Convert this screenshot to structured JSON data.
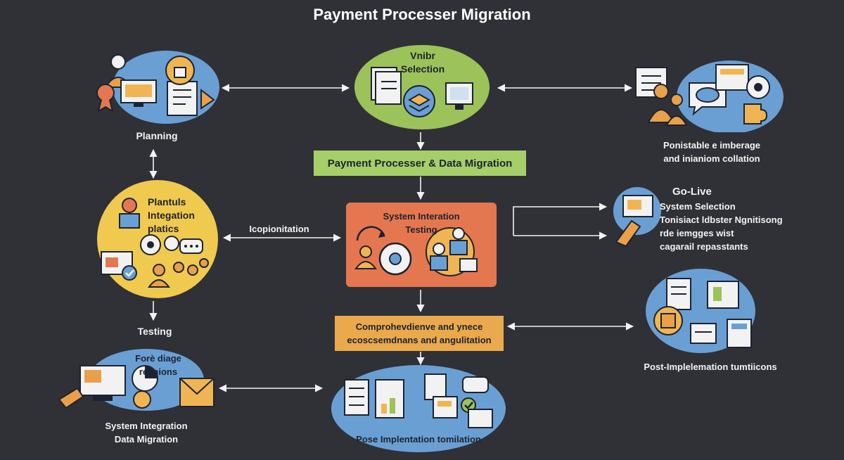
{
  "title": "Payment Processer Migration",
  "nodes": {
    "planning": "Planning",
    "vendor_selection": "Vnibr\nSelection",
    "top_right_caption": "Ponistable e imberage\nand inianiom collation",
    "migration_box": "Payment Processer & Data Migration",
    "plantuls": "Plantuls\nIntegation\nplatics",
    "implementation_arrow": "Icopionitation",
    "integration_testing": "System Interation\nTesting",
    "go_live_title": "Go-Live",
    "go_live_lines": "System Selection\nTonisiact ldbster Ngnitisong\nrde iemgges wist\ncagarail repasstants",
    "testing": "Testing",
    "comprehensive_box": "Comprohevdienve and ynece\necoscsemdnans and angulitation",
    "post_impl_caption": "Post-Implelemation tumtiicons",
    "fore_diage": "Forè diage\nreenions",
    "bottom_left_caption": "System Integration\nData Migration",
    "pose_implementation": "Pose Implentation tomilation"
  },
  "colors": {
    "background": "#2f3136",
    "blue": "#6a9fd4",
    "green": "#9cc25a",
    "yellow": "#f0c94f",
    "orange": "#e4774f",
    "amber": "#eba94d",
    "green_box": "#a6cf6a"
  }
}
